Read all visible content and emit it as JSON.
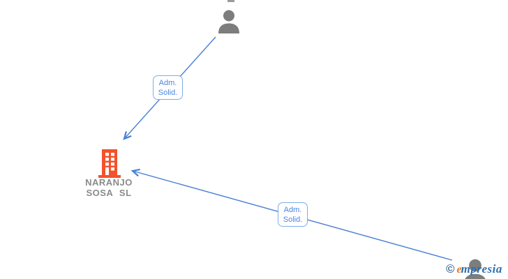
{
  "diagram": {
    "type": "corporate-relationship-graph",
    "company": {
      "name_line1": "NARANJO",
      "name_line2": "SOSA SL"
    },
    "nodes": [
      {
        "id": "person-top",
        "kind": "person"
      },
      {
        "id": "company-naranjo-sosa-sl",
        "kind": "company"
      },
      {
        "id": "person-bottom-right",
        "kind": "person"
      }
    ],
    "edges": [
      {
        "from": "person-top",
        "to": "company-naranjo-sosa-sl",
        "label_line1": "Adm.",
        "label_line2": "Solid."
      },
      {
        "from": "person-bottom-right",
        "to": "company-naranjo-sosa-sl",
        "label_line1": "Adm.",
        "label_line2": "Solid."
      }
    ],
    "watermark": {
      "copyright": "©",
      "logo_accent": "e",
      "logo_text": "mpresia"
    },
    "colors": {
      "edge_blue": "#4a80d4",
      "label_border": "#7fade6",
      "label_text": "#4a86e0",
      "building_orange": "#f4512c",
      "person_gray": "#7d7d7d",
      "company_text": "#8a8a8a",
      "watermark_blue": "#2e6fae",
      "watermark_orange": "#e8791e",
      "copyright_color": "#3d6d99"
    }
  }
}
